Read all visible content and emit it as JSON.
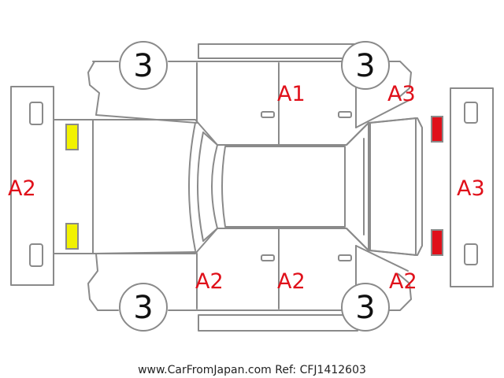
{
  "footer": {
    "text": "www.CarFromJapan.com Ref: CFJ1412603"
  },
  "wheels": [
    {
      "id": "front-left",
      "label": "3"
    },
    {
      "id": "rear-left",
      "label": "3"
    },
    {
      "id": "front-right",
      "label": "3"
    },
    {
      "id": "rear-right",
      "label": "3"
    }
  ],
  "damage_codes": [
    {
      "id": "rear-door-left",
      "code": "A1"
    },
    {
      "id": "rear-fender-left",
      "code": "A3"
    },
    {
      "id": "front-bumper",
      "code": "A2"
    },
    {
      "id": "rear-bumper",
      "code": "A3"
    },
    {
      "id": "front-door-right",
      "code": "A2"
    },
    {
      "id": "rear-door-right",
      "code": "A2"
    },
    {
      "id": "rear-fender-right",
      "code": "A2"
    }
  ],
  "markers": [
    {
      "id": "headlight-top",
      "color": "#f2f200"
    },
    {
      "id": "headlight-bottom",
      "color": "#f2f200"
    },
    {
      "id": "taillight-top",
      "color": "#e0101a"
    },
    {
      "id": "taillight-bottom",
      "color": "#e0101a"
    }
  ],
  "colors": {
    "outline": "#8a8a8a",
    "code": "#e0101a",
    "wheel_text": "#111111"
  }
}
